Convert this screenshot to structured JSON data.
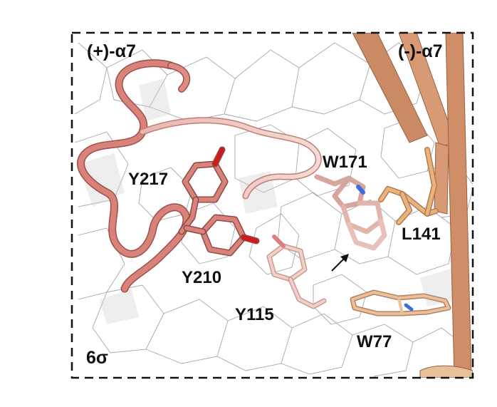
{
  "panel": {
    "subunit_plus": "(+)-α7",
    "subunit_minus": "(-)-α7",
    "contour_level": "6σ",
    "residues": {
      "y217": "Y217",
      "w171": "W171",
      "l141": "L141",
      "y210": "Y210",
      "y115": "Y115",
      "w77": "W77"
    }
  },
  "colors": {
    "plus_subunit_ribbon": "#d9827a",
    "minus_subunit_ribbon": "#c98a64",
    "leucine_carbon": "#e8b47c",
    "tryptophan_carbon": "#e9c09a",
    "oxygen": "#d21a1a",
    "nitrogen": "#3a6fe0",
    "density_mesh": "#7a7a7a",
    "dashed_frame": "#111111"
  }
}
